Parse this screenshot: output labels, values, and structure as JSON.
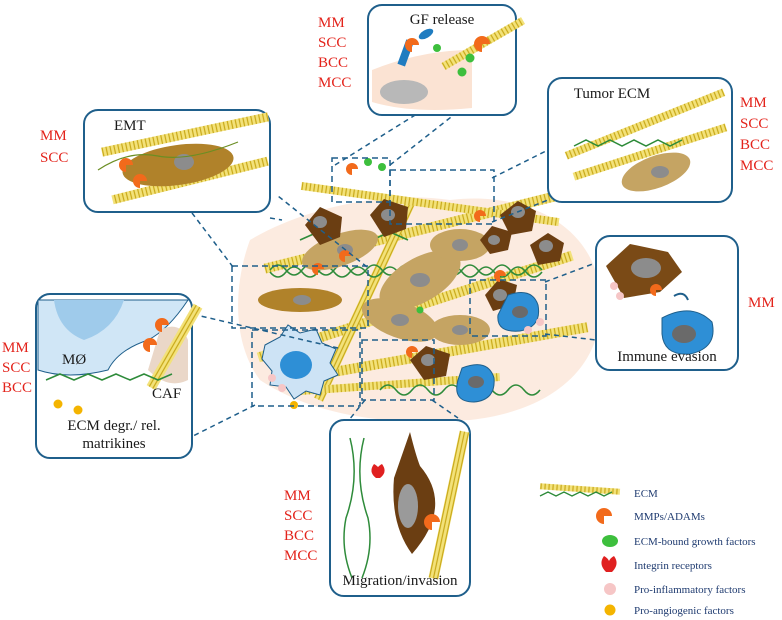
{
  "panels": {
    "gf_release": {
      "title": "GF release",
      "tumors": [
        "MM",
        "SCC",
        "BCC",
        "MCC"
      ]
    },
    "tumor_ecm": {
      "title": "Tumor ECM",
      "tumors": [
        "MM",
        "SCC",
        "BCC",
        "MCC"
      ]
    },
    "emt": {
      "title": "EMT",
      "tumors": [
        "MM",
        "SCC"
      ]
    },
    "immune_evasion": {
      "title": "Immune evasion",
      "tumors": [
        "MM"
      ]
    },
    "ecm_degradation": {
      "title_line1": "ECM degr./ rel.",
      "title_line2": "matrikines",
      "tumors": [
        "MM",
        "SCC",
        "BCC"
      ],
      "cell_label_macrophage": "MØ",
      "cell_label_fibroblast": "CAF"
    },
    "migration_invasion": {
      "title": "Migration/invasion",
      "tumors": [
        "MM",
        "SCC",
        "BCC",
        "MCC"
      ]
    }
  },
  "legend": [
    {
      "label": "ECM",
      "icon": "ecm-fiber-icon"
    },
    {
      "label": "MMPs/ADAMs",
      "icon": "mmp-pacman-icon",
      "color": "#f26a1b"
    },
    {
      "label": "ECM-bound growth  factors",
      "icon": "growth-factor-dot-icon",
      "color": "#3dbf3d"
    },
    {
      "label": "Integrin receptors",
      "icon": "integrin-icon",
      "color": "#e02020"
    },
    {
      "label": "Pro-inflammatory factors",
      "icon": "inflammatory-dot-icon",
      "color": "#f6c6c6"
    },
    {
      "label": "Pro-angiogenic factors",
      "icon": "angiogenic-dot-icon",
      "color": "#f4b400"
    }
  ],
  "colors": {
    "panel_border": "#1f5f8b",
    "tumor_text": "#e3231b",
    "collagen": "#e6d24a",
    "fibronectin": "#2e8b3a",
    "tumor_cell": "#b0822a",
    "dark_cell": "#6b3e12",
    "immune_cell": "#2e8fd6"
  }
}
